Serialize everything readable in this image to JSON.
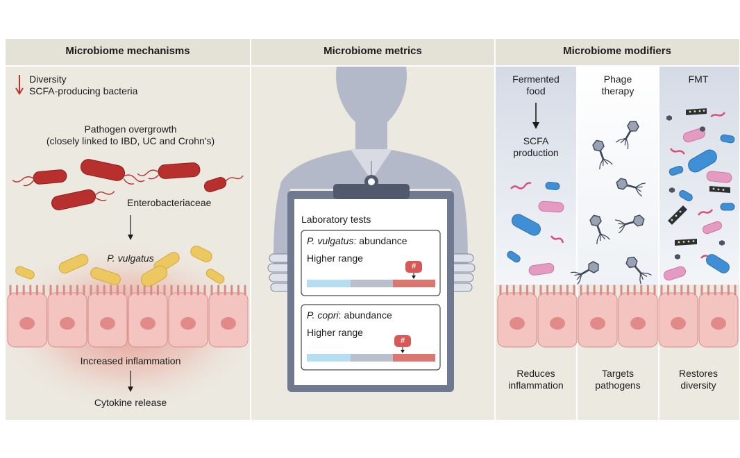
{
  "panels": {
    "mechanisms": {
      "title": "Microbiome mechanisms",
      "diversity": "Diversity",
      "scfa_bacteria": "SCFA-producing bacteria",
      "pathogen_line1": "Pathogen overgrowth",
      "pathogen_line2": "(closely linked to IBD, UC and Crohn's)",
      "enterobacteriaceae": "Enterobacteriaceae",
      "p_vulgatus": "P. vulgatus",
      "inflammation": "Increased inflammation",
      "cytokine": "Cytokine release"
    },
    "metrics": {
      "title": "Microbiome metrics",
      "lab_tests": "Laboratory tests",
      "card1_species": "P. vulgatus",
      "card1_suffix": ": abundance",
      "card1_range": "Higher range",
      "card2_species": "P. copri",
      "card2_suffix": ": abundance",
      "card2_range": "Higher range",
      "marker": "#"
    },
    "modifiers": {
      "title": "Microbiome modifiers",
      "fermented_line1": "Fermented",
      "fermented_line2": "food",
      "scfa_line1": "SCFA",
      "scfa_line2": "production",
      "phage_line1": "Phage",
      "phage_line2": "therapy",
      "fmt": "FMT",
      "reduces_line1": "Reduces",
      "reduces_line2": "inflammation",
      "targets_line1": "Targets",
      "targets_line2": "pathogens",
      "restores_line1": "Restores",
      "restores_line2": "diversity"
    }
  },
  "colors": {
    "panel_bg": "#ece9e0",
    "header_bg": "#e4e1d6",
    "pathogen": "#b8302e",
    "vulgatus": "#ecc860",
    "cell": "#f4c4c1",
    "nucleus": "#e08a8a",
    "inflammation": "#e25a4e",
    "person": "#b3b9c8",
    "clipboard": "#6f7a90",
    "range_low": "#b6def2",
    "range_mid": "#b9bfcb",
    "range_high": "#dc7670",
    "marker": "#d95757"
  }
}
